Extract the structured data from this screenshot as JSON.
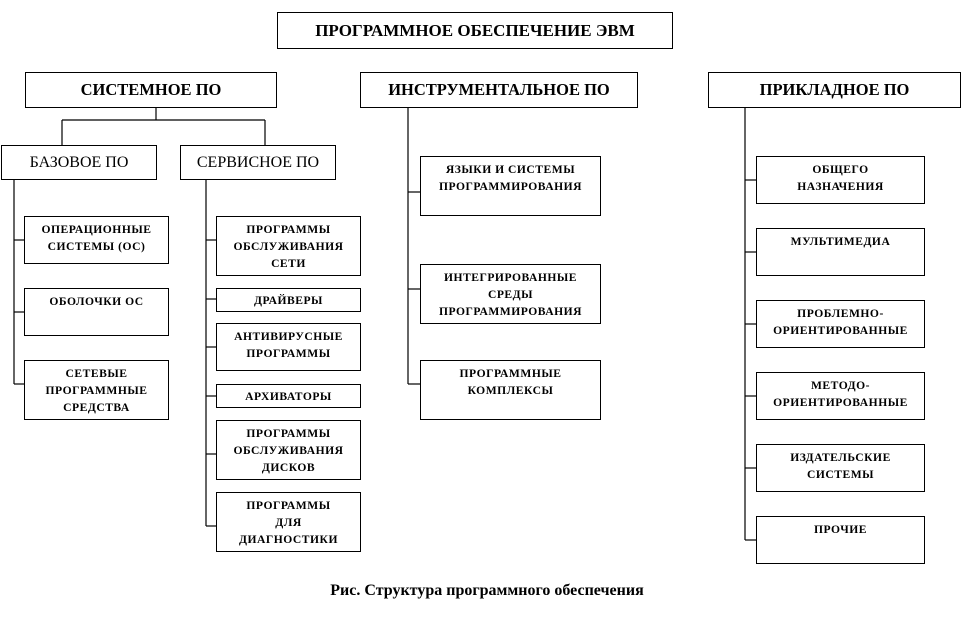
{
  "title": "ПРОГРАММНОЕ ОБЕСПЕЧЕНИЕ ЭВМ",
  "system": {
    "label": "СИСТЕМНОЕ ПО",
    "base": {
      "label": "БАЗОВОЕ ПО",
      "items": [
        "ОПЕРАЦИОННЫЕ\nСИСТЕМЫ (ОС)",
        "ОБОЛОЧКИ ОС",
        "СЕТЕВЫЕ\nПРОГРАММНЫЕ\nСРЕДСТВА"
      ]
    },
    "service": {
      "label": "СЕРВИСНОЕ ПО",
      "items": [
        "ПРОГРАММЫ\nОБСЛУЖИВАНИЯ\nСЕТИ",
        "ДРАЙВЕРЫ",
        "АНТИВИРУСНЫЕ\nПРОГРАММЫ",
        "АРХИВАТОРЫ",
        "ПРОГРАММЫ\nОБСЛУЖИВАНИЯ\nДИСКОВ",
        "ПРОГРАММЫ\nДЛЯ\nДИАГНОСТИКИ"
      ]
    }
  },
  "instrumental": {
    "label": "ИНСТРУМЕНТАЛЬНОЕ ПО",
    "items": [
      "ЯЗЫКИ И СИСТЕМЫ\nПРОГРАММИРОВАНИЯ",
      "ИНТЕГРИРОВАННЫЕ\nСРЕДЫ\nПРОГРАММИРОВАНИЯ",
      "ПРОГРАММНЫЕ\nКОМПЛЕКСЫ"
    ]
  },
  "applied": {
    "label": "ПРИКЛАДНОЕ ПО",
    "items": [
      "ОБЩЕГО\nНАЗНАЧЕНИЯ",
      "МУЛЬТИМЕДИА",
      "ПРОБЛЕМНО-\nОРИЕНТИРОВАННЫЕ",
      "МЕТОДО-\nОРИЕНТИРОВАННЫЕ",
      "ИЗДАТЕЛЬСКИЕ\nСИСТЕМЫ",
      "ПРОЧИЕ"
    ]
  },
  "caption": "Рис. Структура программного обеспечения"
}
